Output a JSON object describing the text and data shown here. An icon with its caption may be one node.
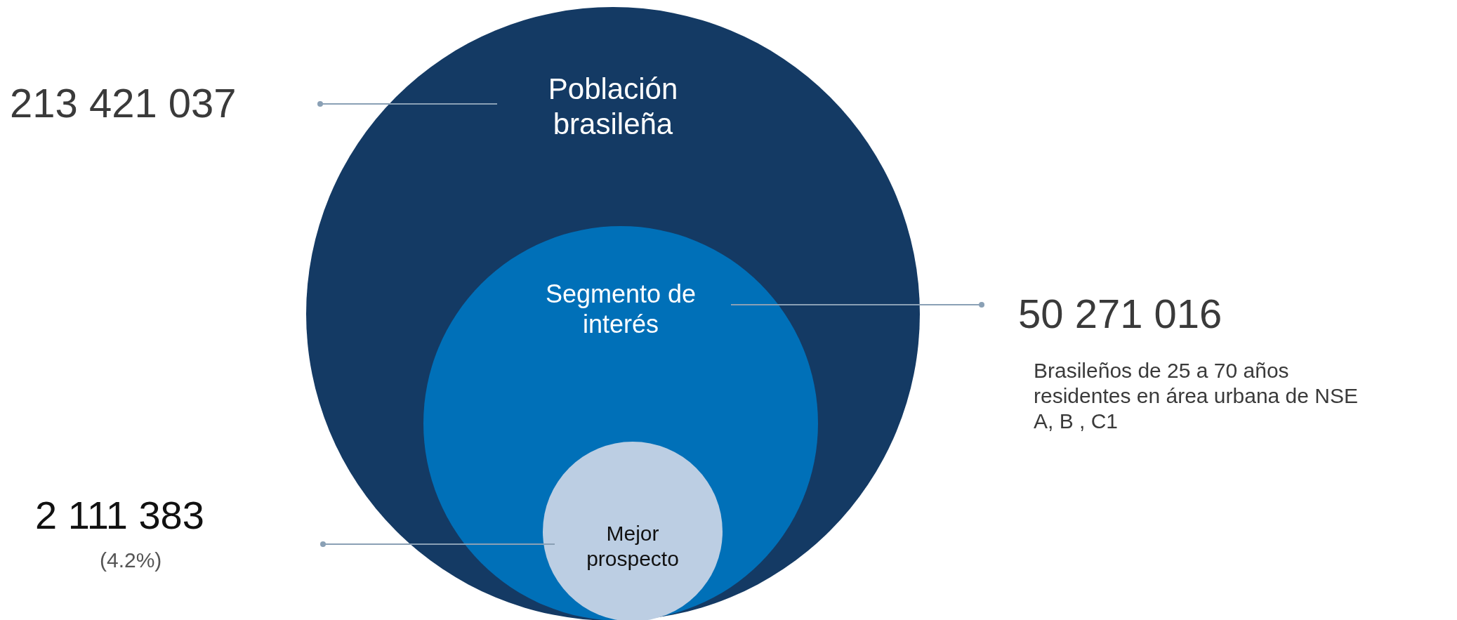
{
  "diagram": {
    "nodes": [
      {
        "text": [
          "Población brasileña"
        ]
      },
      {
        "text": [
          "Segmento de interés"
        ],
        "in": 0
      },
      {
        "text": [
          "Mejor prospecto"
        ],
        "in": 1
      },
      {
        "text": [
          "213 421 037"
        ]
      },
      {
        "text": [
          "50 271 016",
          "Brasileños de 25 a 70 años residentes en área urbana de NSE A, B , C1"
        ]
      },
      {
        "text": [
          "2 111 383",
          "(4.2%)"
        ]
      }
    ],
    "edges": [
      {
        "from": 3,
        "to": 0,
        "arrow": "other"
      },
      {
        "from": 4,
        "to": 1,
        "arrow": "other"
      },
      {
        "from": 5,
        "to": 2,
        "arrow": "other"
      }
    ]
  }
}
